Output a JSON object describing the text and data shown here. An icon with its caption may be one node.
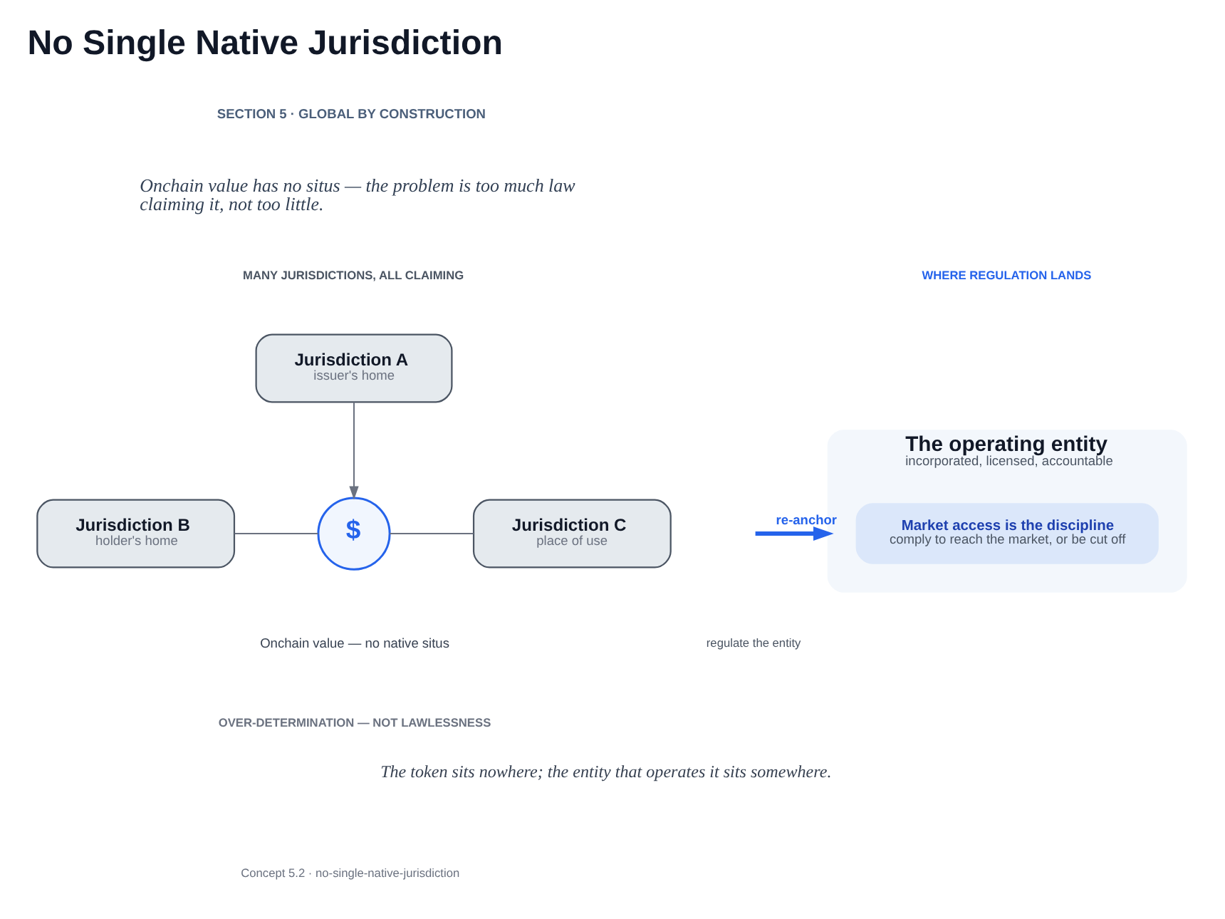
{
  "diagram": {
    "title": "No Single Native Jurisdiction",
    "caption": "The token sits nowhere; the entity that operates it sits somewhere.",
    "nodes": [
      {
        "text": [
          "Jurisdiction A",
          "issuer's home"
        ]
      },
      {
        "text": [
          "$"
        ]
      },
      {
        "text": [
          "Jurisdiction B",
          "holder's home"
        ]
      },
      {
        "text": [
          "Jurisdiction C",
          "place of use"
        ]
      },
      {
        "text": [
          "The operating entity",
          "incorporated, licensed, accountable"
        ]
      },
      {
        "text": [
          "Market access is the discipline",
          "comply to reach the market, or be cut off"
        ],
        "in": 4
      }
    ],
    "edges": [
      {
        "from": 0,
        "to": 1,
        "arrow": "to"
      },
      {
        "from": 2,
        "to": 1,
        "arrow": "none"
      },
      {
        "from": 1,
        "to": 3,
        "arrow": "none"
      },
      {
        "from": null,
        "to": 4,
        "arrow": "to",
        "label": "re-anchor",
        "style": "thick",
        "color": "#2563eb"
      }
    ],
    "labels": [
      "SECTION 5 · GLOBAL BY CONSTRUCTION",
      "Onchain value has no situs — the problem is too much law claiming it, not too little.",
      "MANY JURISDICTIONS, ALL CLAIMING",
      "WHERE REGULATION LANDS",
      "regulate the entity",
      "Onchain value — no native situs",
      "OVER-DETERMINATION — NOT LAWLESSNESS",
      "Concept 5.2 · no-single-native-jurisdiction"
    ]
  }
}
